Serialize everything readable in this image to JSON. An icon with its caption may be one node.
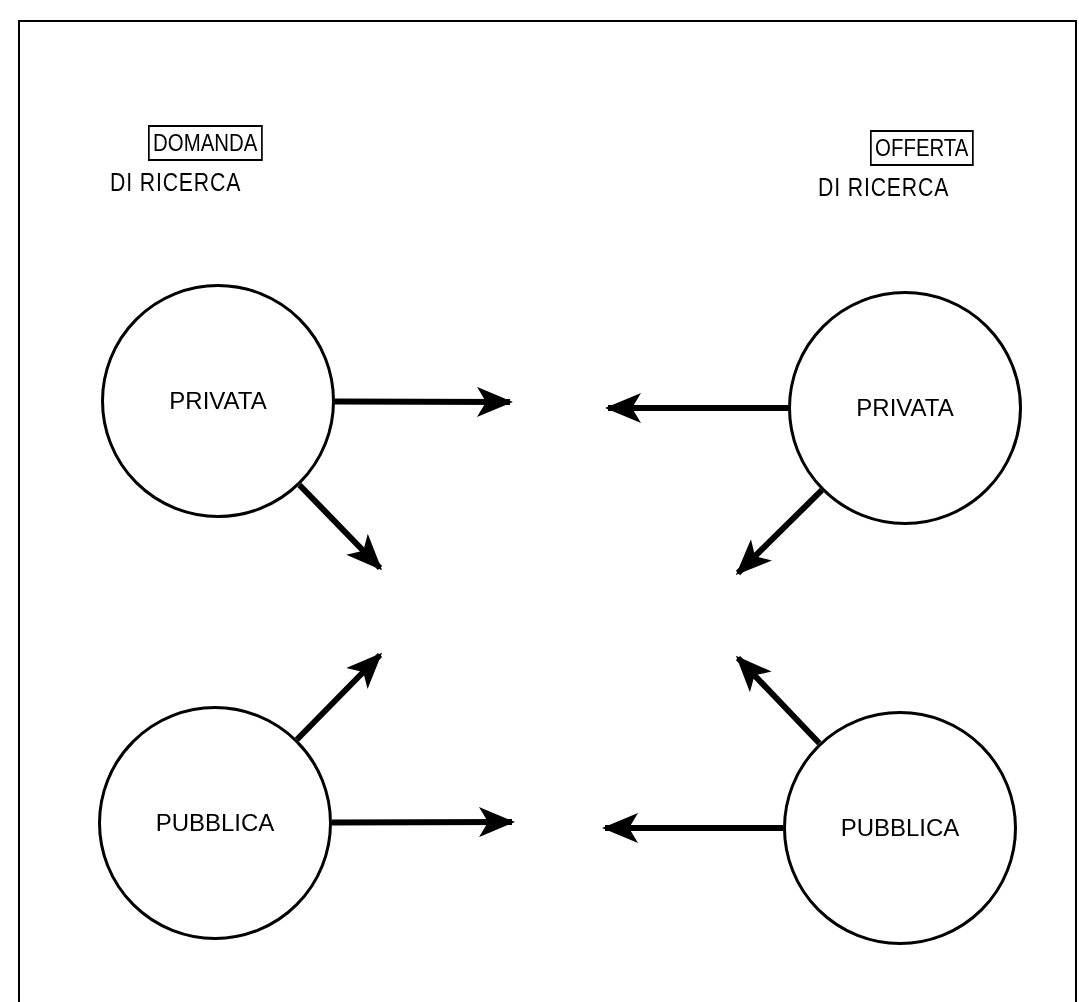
{
  "diagram": {
    "nodes": [
      {
        "text": [
          "DOMANDA"
        ],
        "beside": [
          "DI RICERCA"
        ]
      },
      {
        "text": [
          "OFFERTA"
        ],
        "beside": [
          "DI RICERCA"
        ]
      },
      {
        "text": [
          "PRIVATA"
        ]
      },
      {
        "text": [
          "PRIVATA"
        ]
      },
      {
        "text": [
          "PUBBLICA"
        ]
      },
      {
        "text": [
          "PUBBLICA"
        ]
      }
    ],
    "edges": [
      {
        "from": 2,
        "to": null,
        "arrow": "to"
      },
      {
        "from": 2,
        "to": null,
        "arrow": "to"
      },
      {
        "from": 3,
        "to": null,
        "arrow": "to"
      },
      {
        "from": 3,
        "to": null,
        "arrow": "to"
      },
      {
        "from": 4,
        "to": null,
        "arrow": "to"
      },
      {
        "from": 4,
        "to": null,
        "arrow": "to"
      },
      {
        "from": 5,
        "to": null,
        "arrow": "to"
      },
      {
        "from": 5,
        "to": null,
        "arrow": "to"
      }
    ]
  }
}
